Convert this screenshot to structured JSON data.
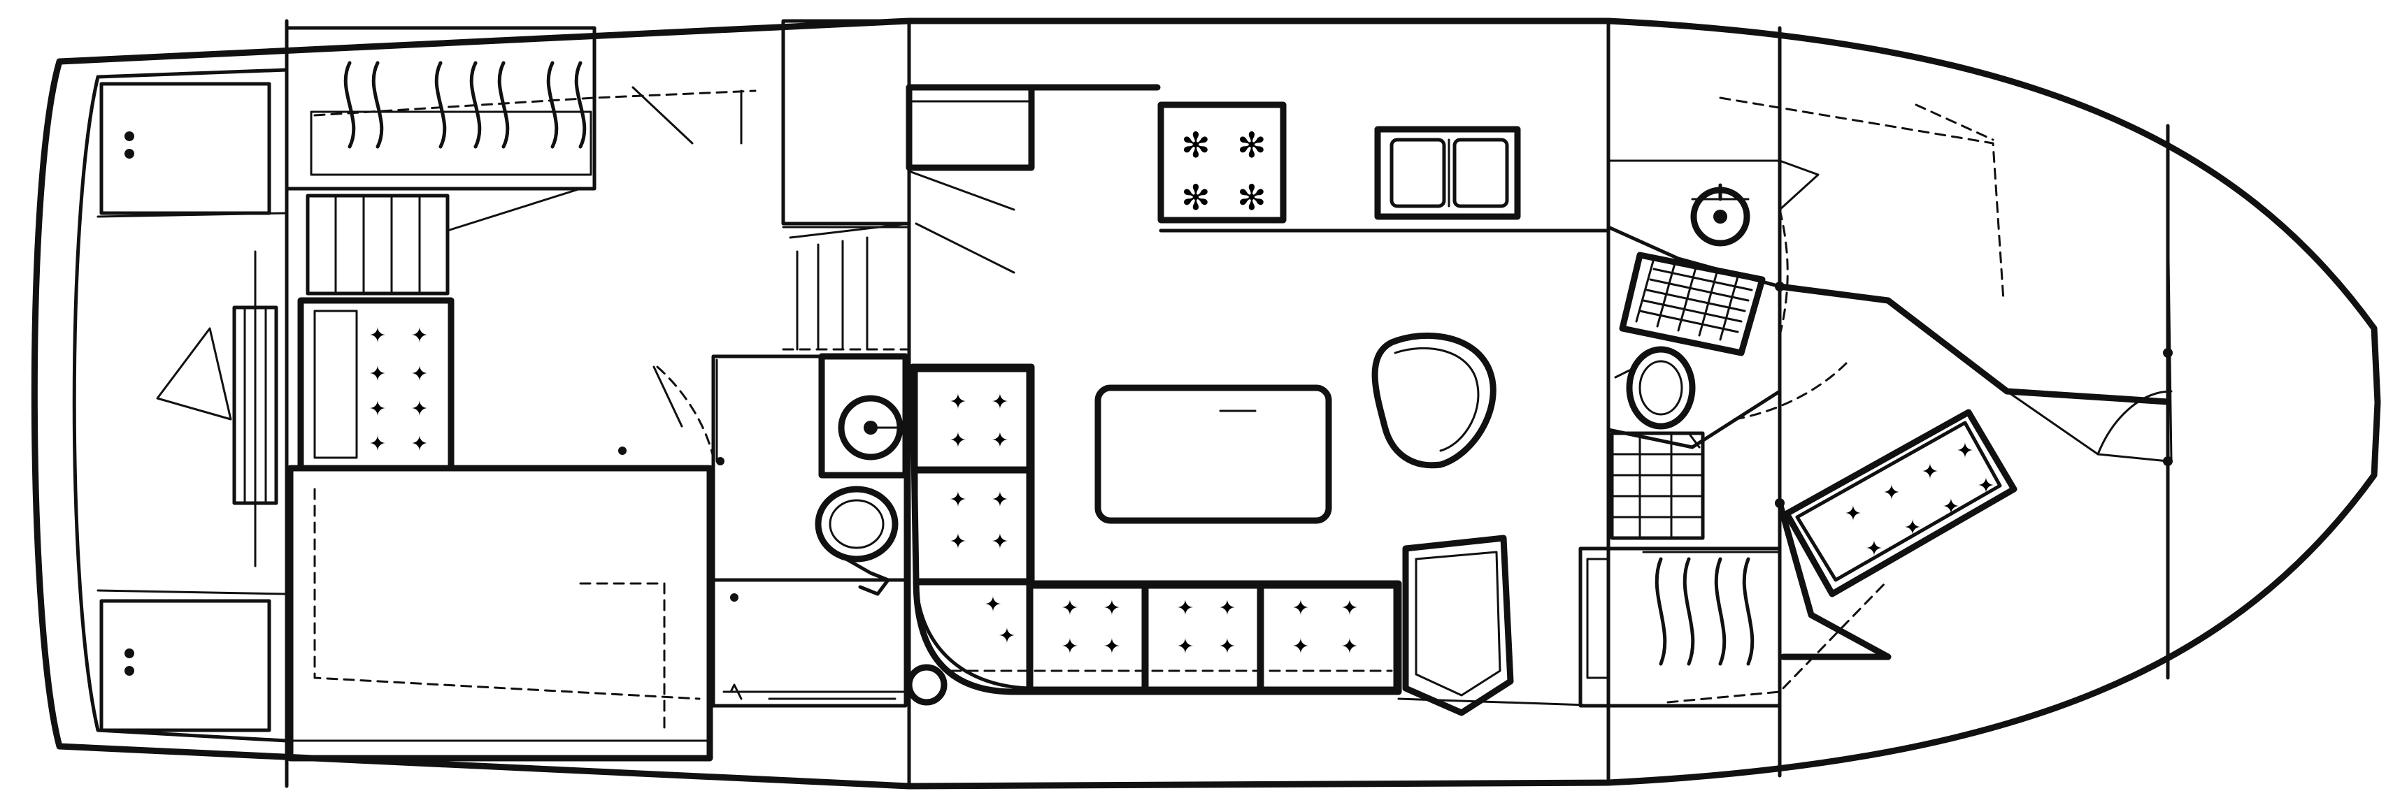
{
  "diagram": {
    "kind": "boat-floor-plan",
    "colors": {
      "ink": "#111111",
      "background": "#ffffff"
    },
    "cushion_grids": [
      {
        "id": "aft-settee",
        "tufts": 8
      },
      {
        "id": "dinette-a",
        "tufts": 4
      },
      {
        "id": "dinette-b",
        "tufts": 4
      },
      {
        "id": "dinette-c",
        "tufts": 4
      },
      {
        "id": "dinette-d",
        "tufts": 4
      },
      {
        "id": "dinette-e",
        "tufts": 4
      },
      {
        "id": "bow-settee",
        "tufts": 8
      }
    ],
    "stove_burners": 4,
    "sink_basins": 2
  }
}
